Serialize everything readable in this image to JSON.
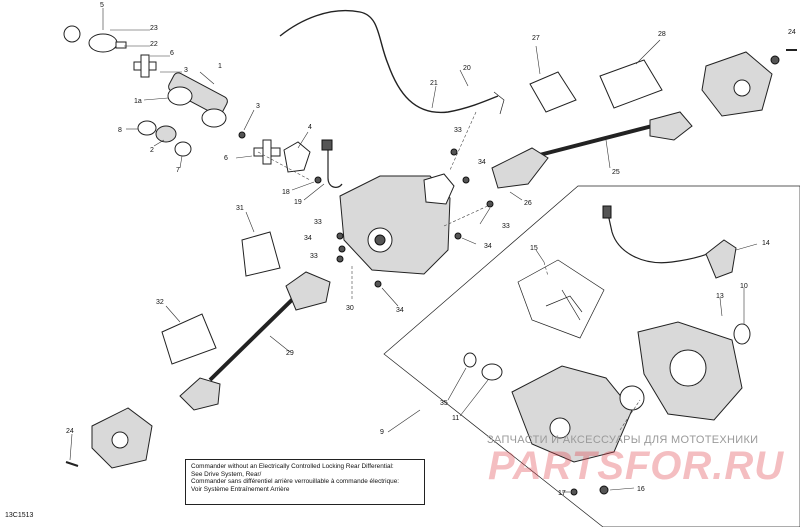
{
  "diagram": {
    "code": "13C1513",
    "note_lines": [
      "Commander without an Electrically Controlled Locking Rear Differential:",
      "See Drive System, Rear/",
      "Commander sans différentiel arrière verrouillable à commande électrique:",
      "Voir Système Entraînement Arrière"
    ],
    "watermark_top": "ЗАПЧАСТИ И АКСЕССУАРЫ ДЛЯ МОТОТЕХНИКИ",
    "watermark_logo": "PARTSFOR.RU",
    "callouts": [
      "1",
      "1a",
      "2",
      "3",
      "3",
      "4",
      "5",
      "6",
      "6",
      "7",
      "8",
      "9",
      "10",
      "11",
      "13",
      "14",
      "15",
      "16",
      "17",
      "18",
      "19",
      "20",
      "21",
      "22",
      "23",
      "24",
      "24",
      "25",
      "26",
      "27",
      "28",
      "29",
      "30",
      "31",
      "32",
      "33",
      "33",
      "33",
      "33",
      "34",
      "34",
      "34",
      "34",
      "35"
    ]
  },
  "colors": {
    "ink": "#222222",
    "watermark_red": "#e0464e",
    "watermark_grey": "#9a9a9a"
  }
}
